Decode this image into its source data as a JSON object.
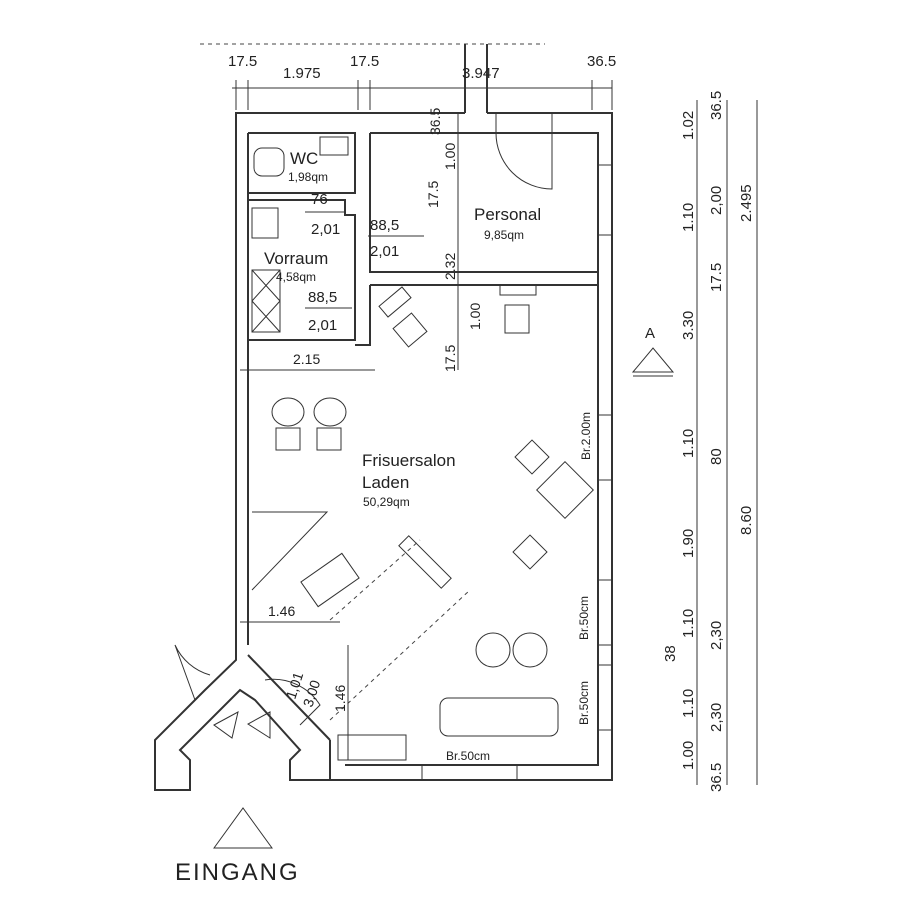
{
  "title_entrance": "EINGANG",
  "section_marker": "A",
  "rooms": {
    "wc": {
      "name": "WC",
      "area": "1,98qm"
    },
    "personal": {
      "name": "Personal",
      "area": "9,85qm"
    },
    "vorraum": {
      "name": "Vorraum",
      "area": "4,58qm"
    },
    "salon": {
      "name_line1": "Frisuersalon",
      "name_line2": "Laden",
      "area": "50,29qm"
    }
  },
  "doors": {
    "wc_width": "76",
    "wc_height": "2,01",
    "personal_width": "88,5",
    "personal_height": "2,01",
    "vorraum_width": "88,5",
    "vorraum_height": "2,01",
    "entrance_width": "1,01",
    "entrance_height": "3,00"
  },
  "top_dimensions": [
    "17.5",
    "1.975",
    "17.5",
    "3.947",
    "36.5"
  ],
  "right_dimensions": {
    "col1": [
      "1.02",
      "1.10",
      "3.30",
      "1.10",
      "1.90",
      "1.10",
      "1.10",
      "1.00"
    ],
    "col2": [
      "36.5",
      "2,00",
      "17.5",
      "80",
      "2,30",
      "2,30",
      "36.5"
    ],
    "col3": [
      "2.495",
      "8.60"
    ],
    "extra": "38"
  },
  "interior_dimensions": {
    "wall_top": "36.5",
    "personal_a": "1.00",
    "wall_a": "17.5",
    "personal_depth": "2.32",
    "salon_a": "1.00",
    "wall_b": "17.5",
    "vorraum_width": "2.15",
    "entrance_h": "1.46",
    "entrance_v": "1.46"
  },
  "window_labels": [
    "Br.2.00m",
    "Br.50cm",
    "Br.50cm",
    "Br.50cm"
  ]
}
